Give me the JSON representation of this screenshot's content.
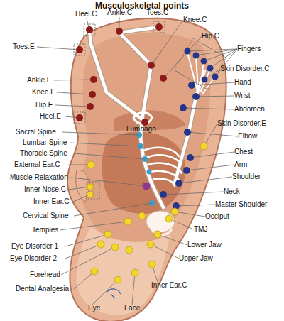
{
  "diagram": {
    "title": "Musculoskeletal points",
    "labels": [
      "Heel.C",
      "Ankle.C",
      "Toes.C",
      "Knee.C",
      "Hip.C",
      "Fingers",
      "Toes.E",
      "Skin Disorder.C",
      "Ankle.E",
      "Hand",
      "Knee.E",
      "Wrist",
      "Hip.E",
      "Abdomen",
      "Heel.E",
      "Lumbago",
      "Skin Disorder.E",
      "Sacral Spine",
      "Elbow",
      "Lumbar Spine",
      "Chest",
      "Thoracic Spine",
      "Arm",
      "External Ear.C",
      "Shoulder",
      "Muscle Relaxation",
      "Neck",
      "Inner Nose.C",
      "Master Shoulder",
      "Inner Ear.C",
      "Occiput",
      "Cervical Spine",
      "TMJ",
      "Temples",
      "Lower Jaw",
      "Eye Disorder 1",
      "Upper Jaw",
      "Eye Disorder 2",
      "Forehead",
      "Inner Ear.C",
      "Dental Analgesia",
      "Eye",
      "Face"
    ]
  }
}
